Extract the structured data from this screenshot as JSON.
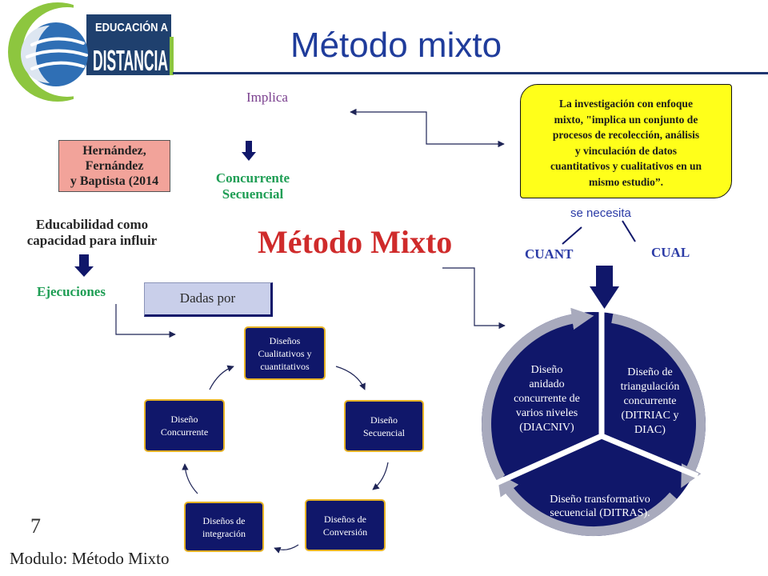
{
  "logo": {
    "line1": "EDUCACIÓN A",
    "line2": "DISTANCIA"
  },
  "title": "Método mixto",
  "implica": "Implica",
  "definition": {
    "lines": [
      "La investigación con enfoque",
      "mixto, \"implica un conjunto de",
      "procesos de recolección, análisis",
      "y vinculación de datos",
      "cuantitativos y cualitativos en un",
      "mismo estudio”."
    ]
  },
  "se_necesita": "se necesita",
  "cuant": "CUANT",
  "cual": "CUAL",
  "authors": {
    "lines": [
      "Hernández,",
      "Fernández",
      "y Baptista (2014"
    ]
  },
  "types": {
    "lines": [
      "Concurrente",
      "Secuencial"
    ]
  },
  "educabilidad": {
    "lines": [
      "Educabilidad como",
      "capacidad para influir"
    ]
  },
  "ejecuciones": "Ejecuciones",
  "central_title": "Método Mixto",
  "dadas_por": "Dadas por",
  "cycle": [
    {
      "lines": [
        "Diseños",
        "Cualitativos y",
        "cuantitativos"
      ]
    },
    {
      "lines": [
        "Diseño",
        "Secuencial"
      ]
    },
    {
      "lines": [
        "Diseños de",
        "Conversión"
      ]
    },
    {
      "lines": [
        "Diseños de",
        "integración"
      ]
    },
    {
      "lines": [
        "Diseño",
        "Concurrente"
      ]
    }
  ],
  "circle_sectors": [
    {
      "lines": [
        "Diseño",
        "anidado",
        "concurrente de",
        "varios niveles",
        "(DIACNIV)"
      ]
    },
    {
      "lines": [
        "Diseño de",
        "triangulación",
        "concurrente",
        "(DITRIAC y",
        "DIAC)"
      ]
    },
    {
      "lines": [
        "Diseño transformativo",
        "secuencial (DITRAS)."
      ]
    }
  ],
  "footer": {
    "page_number": "7",
    "module": "Modulo: Método Mixto"
  },
  "colors": {
    "title_blue": "#1f3c9b",
    "header_line": "#1f3570",
    "navy": "#10176a",
    "gold": "#e6b325",
    "definition_yellow": "#ffff1a",
    "authors_salmon": "#f2a39a",
    "green": "#1f9e55",
    "purple": "#7a3f8e",
    "red": "#cf2b2b",
    "ring_gray": "#a8aabd",
    "dadas_por_bg": "#c9cfea",
    "label_blue": "#2b3ba6",
    "logo_green": "#8dc63f",
    "logo_blue": "#2f6fb5",
    "logo_panel": "#1f406e",
    "connector": "#1e2456"
  }
}
